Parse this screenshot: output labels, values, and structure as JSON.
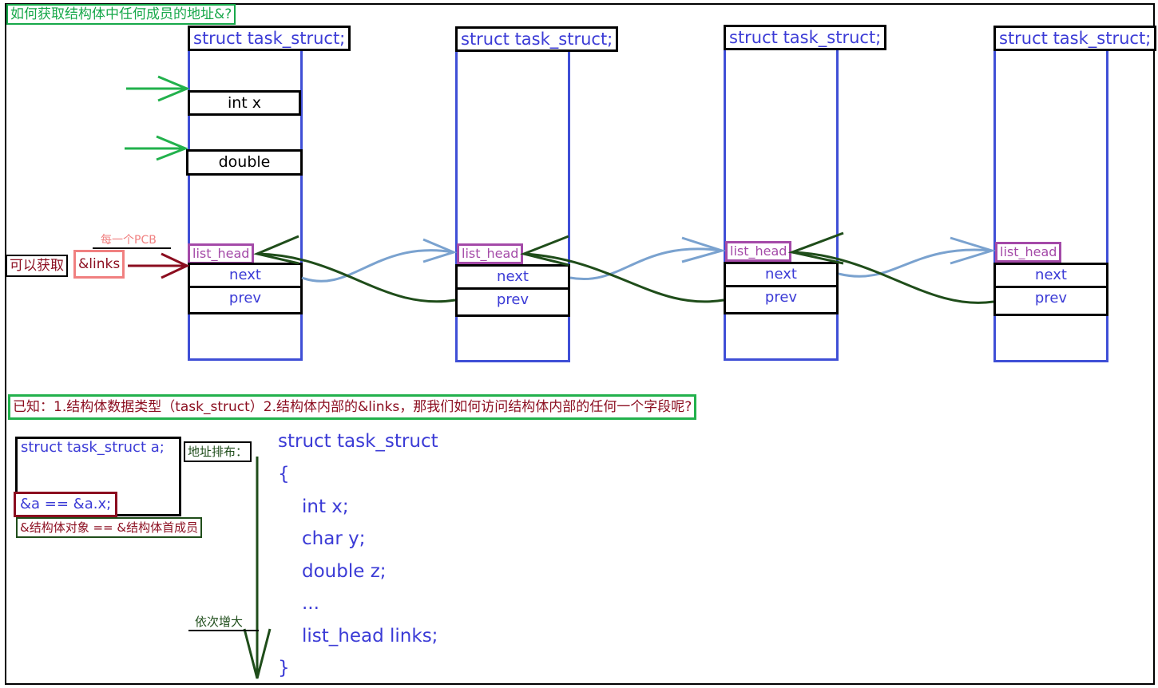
{
  "top": {
    "question": "如何获取结构体中任何成员的地址&?",
    "structs": [
      {
        "title": "struct task_struct;",
        "list_head": "list_head",
        "next": "next",
        "prev": "prev"
      },
      {
        "title": "struct task_struct;",
        "list_head": "list_head",
        "next": "next",
        "prev": "prev"
      },
      {
        "title": "struct task_struct;",
        "list_head": "list_head",
        "next": "next",
        "prev": "prev"
      },
      {
        "title": "struct task_struct;",
        "list_head": "list_head",
        "next": "next",
        "prev": "prev"
      }
    ],
    "first_fields": [
      "int x",
      "double"
    ],
    "per_pcb": "每一个PCB",
    "can_get": "可以获取",
    "links": "&links"
  },
  "known": "已知：1.结构体数据类型（task_struct）2.结构体内部的&links，那我们如何访问结构体内部的任何一个字段呢?",
  "bottom": {
    "decl": "struct task_struct a;",
    "addr_layout": "地址排布：",
    "eq": "&a == &a.x;",
    "eq_note": "&结构体对象 == &结构体首成员",
    "increase": "依次增大",
    "code": [
      "struct task_struct",
      "{",
      "int x;",
      "char y;",
      "double z;",
      "...",
      "list_head links;",
      "}"
    ]
  },
  "colors": {
    "struct_blue": "#3f4fd6",
    "list_head_purple": "#a44aa8",
    "next_arrow": "#7aa2cf",
    "prev_arrow": "#1f4d1a",
    "pointer_green": "#22b14c",
    "links_red": "#8b0d1f",
    "note_pink": "#f08080"
  }
}
